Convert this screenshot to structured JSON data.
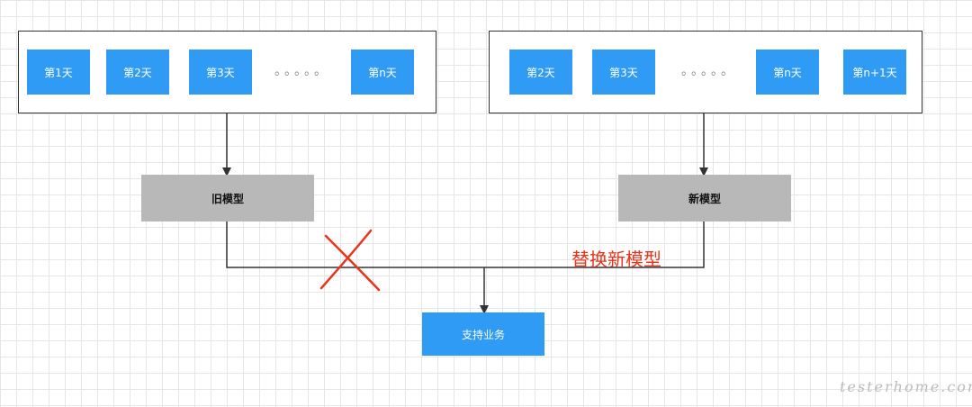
{
  "left_group": {
    "days": [
      "第1天",
      "第2天",
      "第3天",
      "第n天"
    ],
    "ellipsis": "。。。。。"
  },
  "right_group": {
    "days": [
      "第2天",
      "第3天",
      "第n天",
      "第n+1天"
    ],
    "ellipsis": "。。。。。"
  },
  "old_model": {
    "label": "旧模型"
  },
  "new_model": {
    "label": "新模型"
  },
  "target": {
    "label": "支持业务"
  },
  "annotation": {
    "replace_label": "替换新模型"
  },
  "watermark": "testerhome.com",
  "colors": {
    "day_box": "#2f9bf5",
    "model_box": "#b8b8b8",
    "annotation": "#e8341c",
    "line": "#333333"
  }
}
